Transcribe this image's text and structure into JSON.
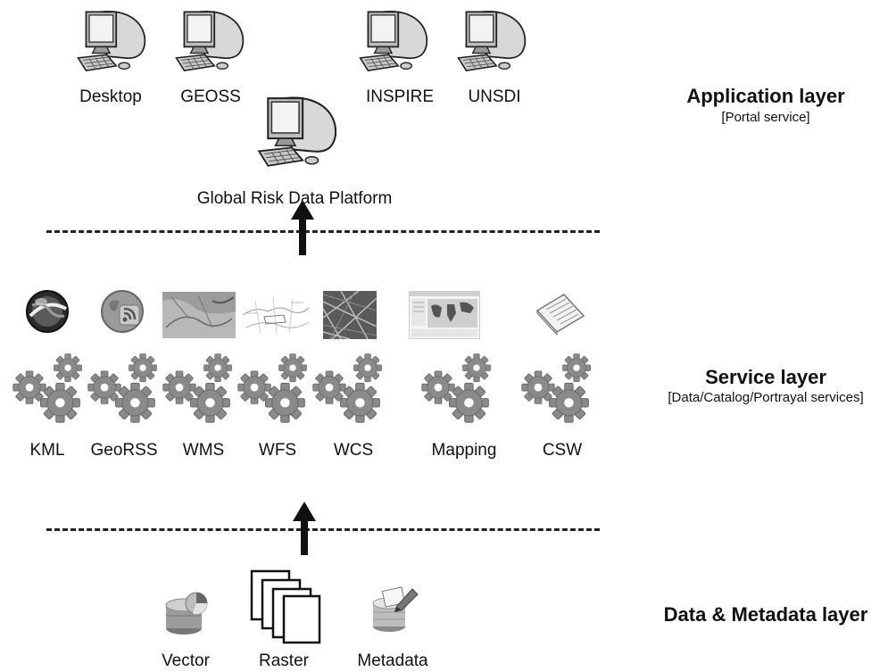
{
  "application_layer": {
    "title": "Application layer",
    "subtitle": "[Portal service]",
    "clients": [
      {
        "label": "Desktop",
        "icon": "computer-icon"
      },
      {
        "label": "GEOSS",
        "icon": "computer-icon"
      },
      {
        "label": "INSPIRE",
        "icon": "computer-icon"
      },
      {
        "label": "UNSDI",
        "icon": "computer-icon"
      }
    ],
    "platform": {
      "label": "Global Risk Data Platform",
      "icon": "computer-icon"
    }
  },
  "service_layer": {
    "title": "Service layer",
    "subtitle": "[Data/Catalog/Portrayal services]",
    "services": [
      {
        "label": "KML",
        "icon": "globe-icon"
      },
      {
        "label": "GeoRSS",
        "icon": "rss-icon"
      },
      {
        "label": "WMS",
        "icon": "map-thumbnail-icon"
      },
      {
        "label": "WFS",
        "icon": "vector-map-icon"
      },
      {
        "label": "WCS",
        "icon": "raster-map-icon"
      },
      {
        "label": "Mapping",
        "icon": "web-map-icon"
      },
      {
        "label": "CSW",
        "icon": "document-icon"
      }
    ]
  },
  "data_layer": {
    "title": "Data & Metadata layer",
    "items": [
      {
        "label": "Vector",
        "icon": "database-icon"
      },
      {
        "label": "Raster",
        "icon": "stacked-pages-icon"
      },
      {
        "label": "Metadata",
        "icon": "database-pencil-icon"
      }
    ]
  },
  "colors": {
    "line": "#222222",
    "gear": "#8a8a8a",
    "screen": "#eeeeee"
  }
}
